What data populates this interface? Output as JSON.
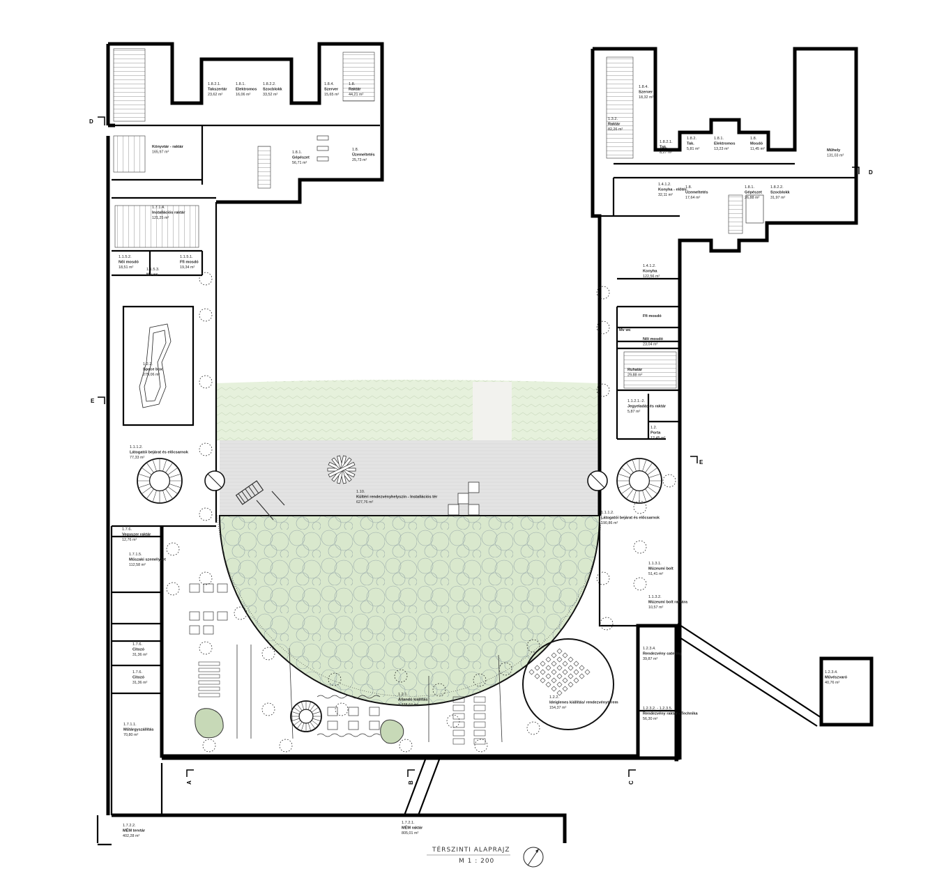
{
  "title": {
    "line1": "TÉRSZINTI ALAPRAJZ",
    "line2": "M 1 : 200"
  },
  "section_marks": {
    "A": "A",
    "B": "B",
    "C": "C",
    "D_left": "D",
    "D_right": "D",
    "E_left": "E",
    "E_right": "E"
  },
  "rooms": {
    "takszertar": {
      "num": "1.8.2.1.",
      "name": "Takszertár",
      "area": "23,62 m²"
    },
    "elektromos_l": {
      "num": "1.8.1.",
      "name": "Elektromos",
      "area": "16,06 m²"
    },
    "szocblokk_l": {
      "num": "1.8.2.2.",
      "name": "Szocblokk",
      "area": "33,52 m²"
    },
    "szerver_l": {
      "num": "1.8.4.",
      "name": "Szerver",
      "area": "15,65 m²"
    },
    "raktar_l": {
      "num": "1.8.",
      "name": "Raktár",
      "area": "44,21 m²"
    },
    "konyvtar_raktar": {
      "num": "",
      "name": "Könyvtár - raktár",
      "area": "165,97 m²"
    },
    "gepeszet_l": {
      "num": "1.8.1.",
      "name": "Gépészet",
      "area": "56,71 m²"
    },
    "uzemeltetes_l": {
      "num": "1.8.",
      "name": "Üzemeltetés",
      "area": "25,73 m²"
    },
    "installacios_raktar": {
      "num": "1.7.1.4.",
      "name": "Installációs raktár",
      "area": "121,25 m²"
    },
    "noi_mosdo_l": {
      "num": "1.1.5.2.",
      "name": "Női mosdó",
      "area": "18,51 m²"
    },
    "mv_wc_l": {
      "num": "1.1.5.3.",
      "name": "Mv wc",
      "area": ""
    },
    "ffi_mosdo_l": {
      "num": "1.1.5.1.",
      "name": "Ffi mosdó",
      "area": "19,34 m²"
    },
    "space_box": {
      "num": "1.2.2.",
      "name": "Space box",
      "area": "279,06 m²"
    },
    "latogatoi_l": {
      "num": "1.1.1.2.",
      "name": "Látogatói bejárat és előcsarnok",
      "area": "77,33 m²"
    },
    "kulteri": {
      "num": "1.10.",
      "name": "Kültéri rendezvényhelyszín - Installációs tér",
      "area": "627,76 m²"
    },
    "latogatoi_r": {
      "num": "1.1.1.2.",
      "name": "Látogatói bejárat és előcsarnok",
      "area": "190,86 m²"
    },
    "vegyszer": {
      "num": "1.7.6.",
      "name": "Vegyszer raktár",
      "area": "12,76 m²"
    },
    "muszaki": {
      "num": "1.7.1.5.",
      "name": "Műszaki személyzet",
      "area": "112,58 m²"
    },
    "citozo1": {
      "num": "1.7.6.",
      "name": "Citozó",
      "area": "31,36 m²"
    },
    "citozo2": {
      "num": "1.7.6.",
      "name": "Citozó",
      "area": "31,36 m²"
    },
    "mutargyszallitas": {
      "num": "1.7.1.1.",
      "name": "Műtárgyszállítás",
      "area": "70,80 m²"
    },
    "allando": {
      "num": "1.2.1.",
      "name": "Állandó kiállítás",
      "area": "1 338,64 m²"
    },
    "ideiglenes": {
      "num": "1.2.2.",
      "name": "Ideiglenes kiállítás/ rendezvényterem",
      "area": "154,37 m²"
    },
    "muzeumi_bolt": {
      "num": "1.1.3.1.",
      "name": "Múzeumi bolt",
      "area": "51,41 m²"
    },
    "muzeumi_bolt_raktar": {
      "num": "1.1.3.2.",
      "name": "Múzeumi bolt raktára",
      "area": "10,57 m²"
    },
    "catering": {
      "num": "1.2.3.4.",
      "name": "Rendezvény catering",
      "area": "39,87 m²"
    },
    "rend_raktar": {
      "num": "1.2.3.2. - 1.2.3.5.",
      "name": "Rendezvény raktár - Technika",
      "area": "56,30 m²"
    },
    "muveszszoba": {
      "num": "1.2.3.4.",
      "name": "Művészvaró",
      "area": "40,76 m²"
    },
    "raktar_r": {
      "num": "1.3.2.",
      "name": "Raktár",
      "area": "82,26 m²"
    },
    "szerver_r": {
      "num": "1.8.4.",
      "name": "Szerver",
      "area": "18,32 m²"
    },
    "tak_r": {
      "num": "1.8.2.1.",
      "name": "Tak.",
      "area": "8,27 m²"
    },
    "tak2_r": {
      "num": "1.8.2.",
      "name": "Tak.",
      "area": "5,81 m²"
    },
    "elektromos_r": {
      "num": "1.8.1.",
      "name": "Elektromos",
      "area": "13,23 m²"
    },
    "mosdo_r": {
      "num": "1.8.",
      "name": "Mosdó",
      "area": "11,45 m²"
    },
    "muhely": {
      "num": "",
      "name": "Műhely",
      "area": "131,03 m²"
    },
    "konyha_eloter": {
      "num": "1.4.1.2.",
      "name": "Konyha - előtér",
      "area": "32,11 m²"
    },
    "uzemeltetes_r": {
      "num": "1.8.",
      "name": "Üzemeltetés",
      "area": "17,64 m²"
    },
    "gepeszet_r": {
      "num": "1.8.1.",
      "name": "Gépészet",
      "area": "26,88 m²"
    },
    "szocblokk_r": {
      "num": "1.8.2.2.",
      "name": "Szocblokk",
      "area": "31,97 m²"
    },
    "konyha": {
      "num": "1.4.1.2.",
      "name": "Konyha",
      "area": "122,56 m²"
    },
    "ffi_mosdo_r": {
      "num": "",
      "name": "Ffi mosdó",
      "area": ""
    },
    "mv_wc_r": {
      "num": "",
      "name": "Mv wc",
      "area": ""
    },
    "noi_mosdo_r": {
      "num": "",
      "name": "Női mosdó",
      "area": "23,04 m²"
    },
    "ruhatar": {
      "num": "",
      "name": "Ruhatár",
      "area": "29,88 m²"
    },
    "jegyeladas": {
      "num": "1.1.2.1.-2.",
      "name": "Jegyeladás és raktár",
      "area": "5,87 m²"
    },
    "porta": {
      "num": "1.2.",
      "name": "Porta",
      "area": "12,45 m²"
    },
    "mem_tervtar": {
      "num": "1.7.2.2.",
      "name": "MÉM tervtár",
      "area": "402,28 m²"
    },
    "mem_raktar": {
      "num": "1.7.2.1.",
      "name": "MÉM raktár",
      "area": "805,01 m²"
    }
  }
}
